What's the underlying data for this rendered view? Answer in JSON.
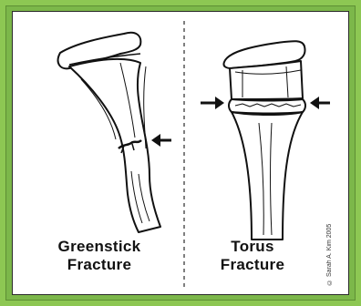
{
  "panels": [
    {
      "id": "greenstick",
      "caption_line1": "Greenstick",
      "caption_line2": "Fracture"
    },
    {
      "id": "torus",
      "caption_line1": "Torus",
      "caption_line2": "Fracture"
    }
  ],
  "credit": "© Sarah A. Kim 2005",
  "colors": {
    "frame": "#8dc753",
    "frame_dark": "#7cb74a",
    "ink": "#111111",
    "background": "#ffffff"
  }
}
